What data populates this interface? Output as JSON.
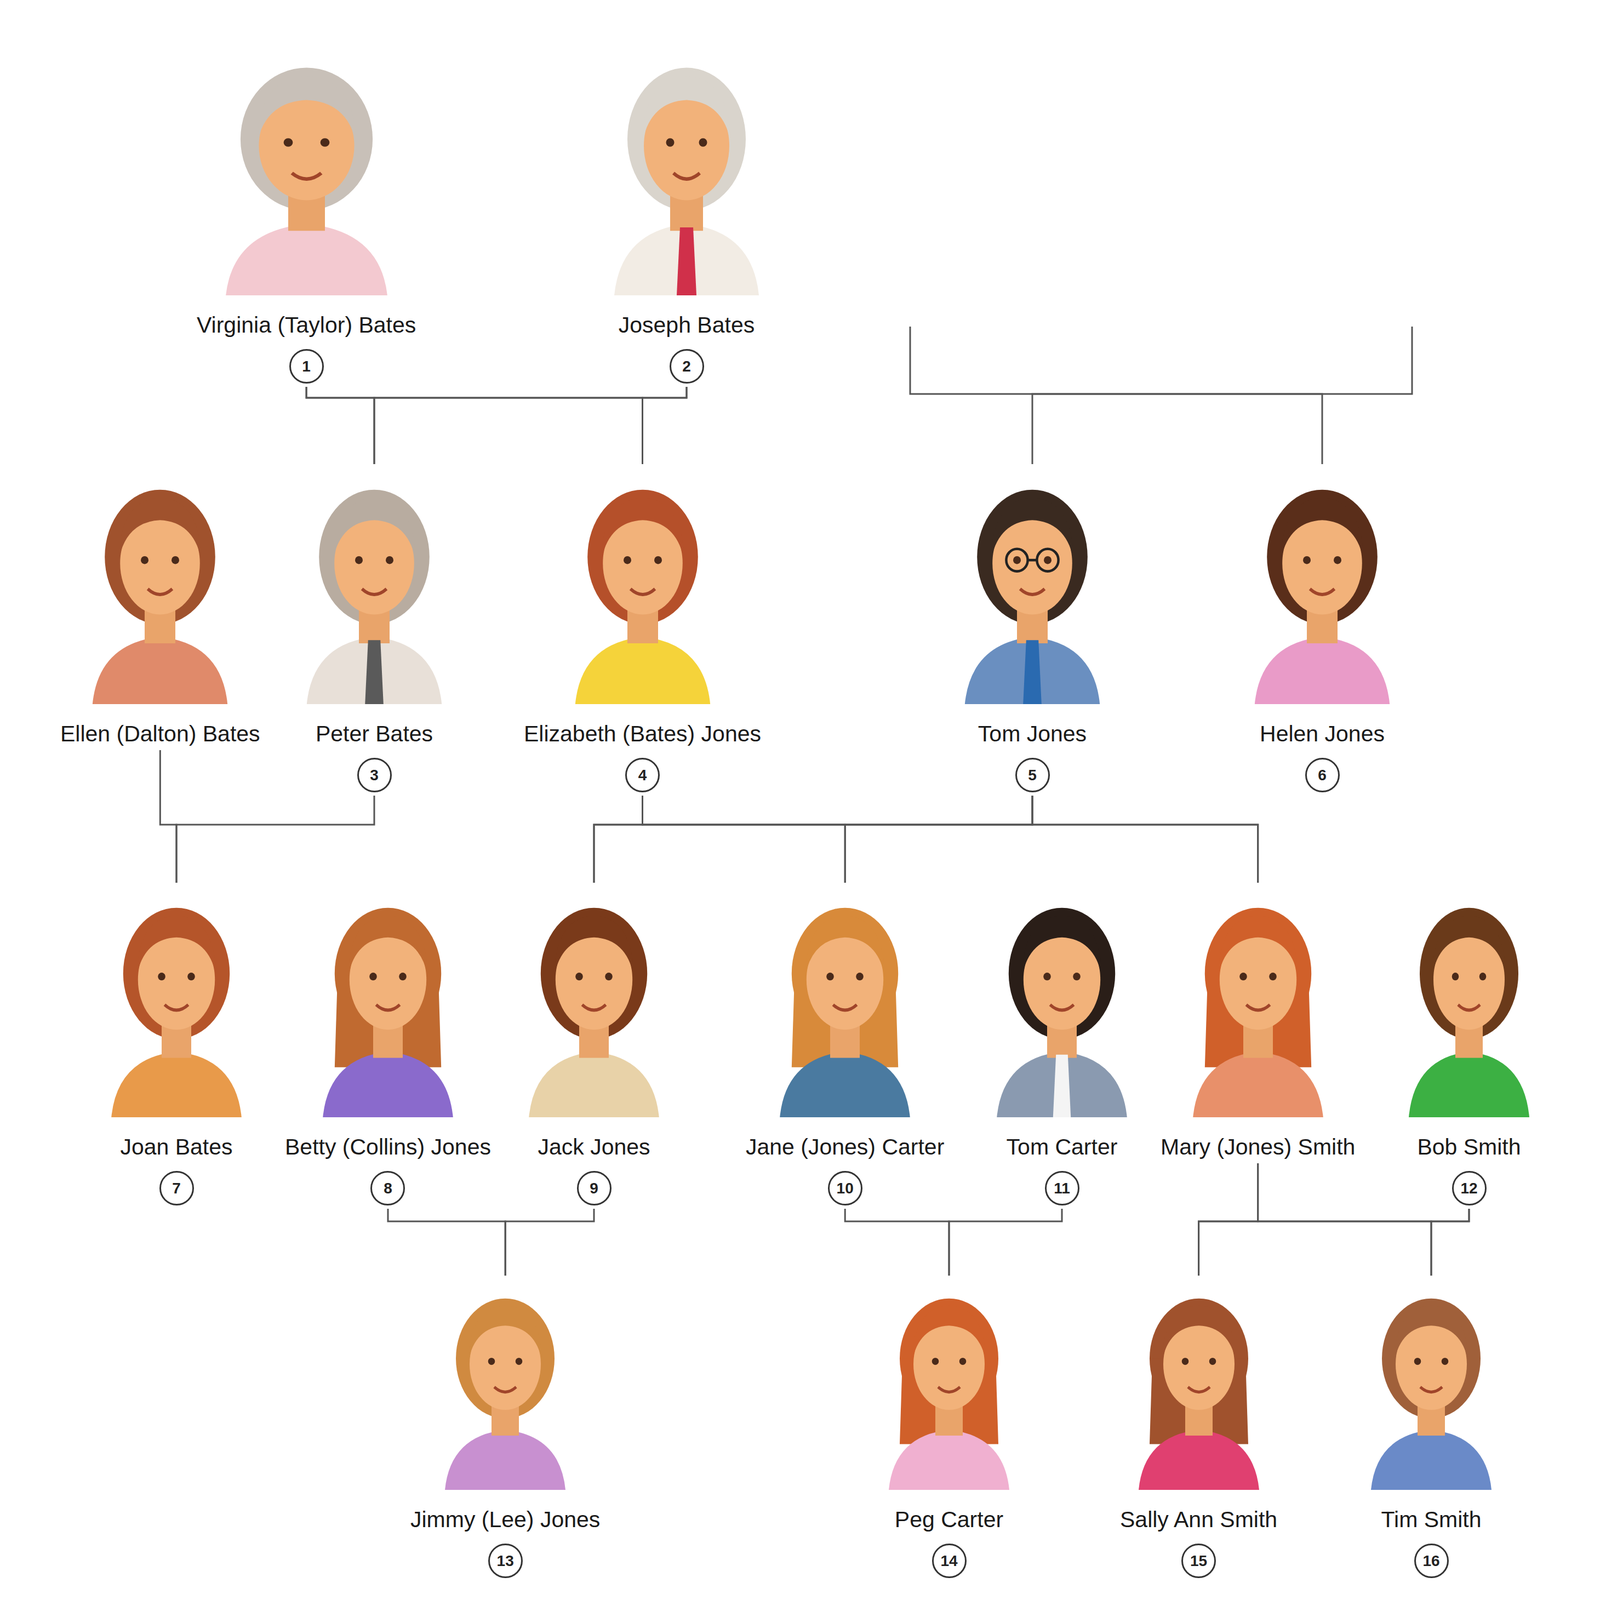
{
  "diagram": {
    "nodes": [
      {
        "text": [
          "Virginia (Taylor) Bates",
          "1"
        ]
      },
      {
        "text": [
          "Joseph Bates",
          "2"
        ]
      },
      {
        "text": [
          "Ellen (Dalton) Bates"
        ]
      },
      {
        "text": [
          "Peter Bates",
          "3"
        ]
      },
      {
        "text": [
          "Elizabeth (Bates) Jones",
          "4"
        ]
      },
      {
        "text": [
          "Tom Jones",
          "5"
        ]
      },
      {
        "text": [
          "Helen Jones",
          "6"
        ]
      },
      {
        "text": [
          "Joan Bates",
          "7"
        ]
      },
      {
        "text": [
          "Betty (Collins) Jones",
          "8"
        ]
      },
      {
        "text": [
          "Jack Jones",
          "9"
        ]
      },
      {
        "text": [
          "Jane (Jones) Carter",
          "10"
        ]
      },
      {
        "text": [
          "Tom Carter",
          "11"
        ]
      },
      {
        "text": [
          "Mary (Jones) Smith"
        ]
      },
      {
        "text": [
          "Bob Smith",
          "12"
        ]
      },
      {
        "text": [
          "Jimmy (Lee) Jones",
          "13"
        ]
      },
      {
        "text": [
          "Peg Carter",
          "14"
        ]
      },
      {
        "text": [
          "Sally Ann Smith",
          "15"
        ]
      },
      {
        "text": [
          "Tim Smith",
          "16"
        ]
      }
    ],
    "edges": [
      {
        "from": 0,
        "to": 3,
        "arrow": "none"
      },
      {
        "from": 1,
        "to": 3,
        "arrow": "none"
      },
      {
        "from": 0,
        "to": 4,
        "arrow": "none"
      },
      {
        "from": 1,
        "to": 4,
        "arrow": "none"
      },
      {
        "from": 5,
        "to": 6,
        "arrow": "none"
      },
      {
        "from": 2,
        "to": 7,
        "arrow": "none"
      },
      {
        "from": 3,
        "to": 7,
        "arrow": "none"
      },
      {
        "from": 4,
        "to": 9,
        "arrow": "none"
      },
      {
        "from": 5,
        "to": 9,
        "arrow": "none"
      },
      {
        "from": 4,
        "to": 10,
        "arrow": "none"
      },
      {
        "from": 5,
        "to": 10,
        "arrow": "none"
      },
      {
        "from": 4,
        "to": 12,
        "arrow": "none"
      },
      {
        "from": 5,
        "to": 12,
        "arrow": "none"
      },
      {
        "from": 8,
        "to": 14,
        "arrow": "none"
      },
      {
        "from": 9,
        "to": 14,
        "arrow": "none"
      },
      {
        "from": 10,
        "to": 15,
        "arrow": "none"
      },
      {
        "from": 11,
        "to": 15,
        "arrow": "none"
      },
      {
        "from": 12,
        "to": 16,
        "arrow": "none"
      },
      {
        "from": 13,
        "to": 16,
        "arrow": "none"
      },
      {
        "from": 12,
        "to": 17,
        "arrow": "none"
      },
      {
        "from": 13,
        "to": 17,
        "arrow": "none"
      }
    ]
  }
}
